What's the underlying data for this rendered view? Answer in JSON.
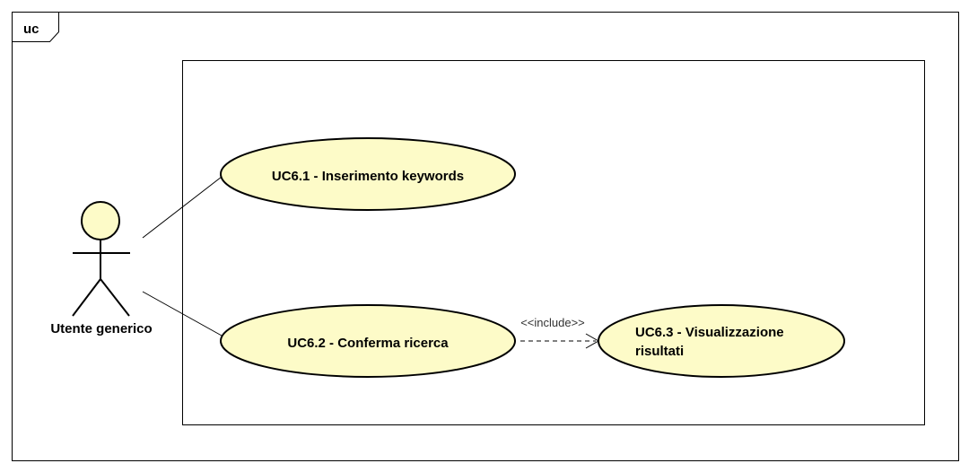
{
  "colors": {
    "background": "#ffffff",
    "stroke": "#000000",
    "element_fill": "#fdfbc8"
  },
  "frame": {
    "tag": "uc"
  },
  "actor": {
    "name": "Utente generico"
  },
  "use_cases": [
    {
      "label": "UC6.1 - Inserimento keywords"
    },
    {
      "label": "UC6.2 - Conferma ricerca"
    },
    {
      "label_line1": "UC6.3 - Visualizzazione",
      "label_line2": "risultati"
    }
  ],
  "relations": {
    "include_label": "<<include>>"
  }
}
